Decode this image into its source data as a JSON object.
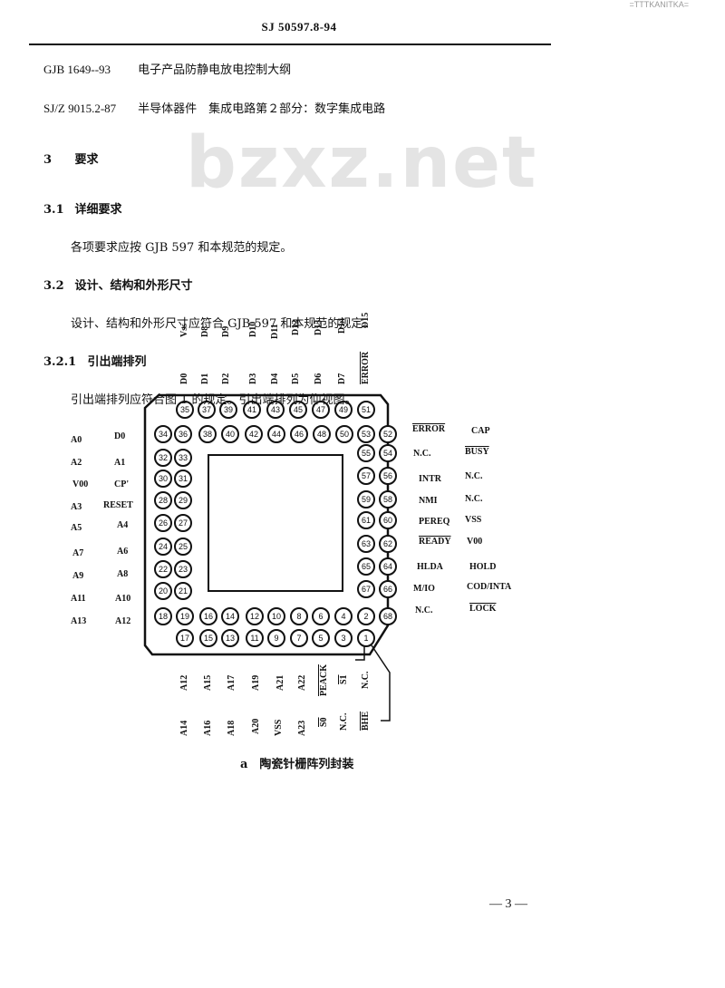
{
  "corner_mark": "=TTTKANITKA=",
  "header": {
    "standard_code": "SJ 50597.8-94"
  },
  "references": [
    {
      "code": "GJB 1649--93",
      "title": "电子产品防静电放电控制大纲"
    },
    {
      "code": "SJ/Z 9015.2-87",
      "title": "半导体器件　集成电路第２部分：数字集成电路"
    }
  ],
  "watermark": "bzxz.net",
  "sections": [
    {
      "num": "3",
      "title": "要求"
    },
    {
      "num": "3.1",
      "title": "详细要求",
      "body": "各项要求应按 GJB 597 和本规范的规定。"
    },
    {
      "num": "3.2",
      "title": "设计、结构和外形尺寸",
      "body": "设计、结构和外形尺寸应符合 GJB 597 和本规范的规定。"
    },
    {
      "num": "3.2.1",
      "title": "引出端排列",
      "body": "引出端排列应符合图 1 的规定。引出端排列为仰视图。"
    }
  ],
  "diagram": {
    "top_outer_labels": [
      "Vss",
      "D8",
      "D9",
      "D10",
      "D11",
      "D12",
      "D13",
      "D14",
      "D15"
    ],
    "top_inner_labels": [
      "D0",
      "D1",
      "D2",
      "D3",
      "D4",
      "D5",
      "D6",
      "D7",
      "ERROR"
    ],
    "row1_pins": [
      "35",
      "37",
      "39",
      "41",
      "43",
      "45",
      "47",
      "49",
      "51"
    ],
    "row2_pins": [
      "34",
      "36",
      "38",
      "40",
      "42",
      "44",
      "46",
      "48",
      "50",
      "53",
      "52"
    ],
    "left_pins": [
      [
        "32",
        "33"
      ],
      [
        "30",
        "31"
      ],
      [
        "28",
        "29"
      ],
      [
        "26",
        "27"
      ],
      [
        "24",
        "25"
      ],
      [
        "22",
        "23"
      ],
      [
        "20",
        "21"
      ]
    ],
    "right_pins": [
      [
        "55",
        "54"
      ],
      [
        "57",
        "56"
      ],
      [
        "59",
        "58"
      ],
      [
        "61",
        "60"
      ],
      [
        "63",
        "62"
      ],
      [
        "65",
        "64"
      ],
      [
        "67",
        "66"
      ]
    ],
    "bottom_row1_pins": [
      "18",
      "19",
      "16",
      "14",
      "12",
      "10",
      "8",
      "6",
      "4",
      "2",
      "68"
    ],
    "bottom_row2_pins": [
      "17",
      "15",
      "13",
      "11",
      "9",
      "7",
      "5",
      "3",
      "1"
    ],
    "left_labels": [
      [
        "A0",
        "D0"
      ],
      [
        "A2",
        "A1"
      ],
      [
        "V00",
        "CP'"
      ],
      [
        "A3",
        "RESET"
      ],
      [
        "A5",
        "A4"
      ],
      [
        "A7",
        "A6"
      ],
      [
        "A9",
        "A8"
      ],
      [
        "A11",
        "A10"
      ],
      [
        "A13",
        "A12"
      ]
    ],
    "right_labels": [
      [
        "ERROR",
        "CAP"
      ],
      [
        "N.C.",
        "BUSY"
      ],
      [
        "INTR",
        "N.C."
      ],
      [
        "NMI",
        "N.C."
      ],
      [
        "PEREQ",
        "VSS"
      ],
      [
        "READY",
        "V00"
      ],
      [
        "HLDA",
        "HOLD"
      ],
      [
        "M/IO",
        "COD/INTA"
      ],
      [
        "N.C.",
        "LOCK"
      ]
    ],
    "bottom_inner_labels": [
      "A12",
      "A15",
      "A17",
      "A19",
      "A21",
      "A22",
      "PEACK",
      "S1",
      "N.C."
    ],
    "bottom_outer_labels": [
      "A14",
      "A16",
      "A18",
      "A20",
      "VSS",
      "A23",
      "S0",
      "N.C.",
      "BHE"
    ],
    "caption": "a　陶瓷针栅阵列封装"
  },
  "page_number": "— 3 —"
}
